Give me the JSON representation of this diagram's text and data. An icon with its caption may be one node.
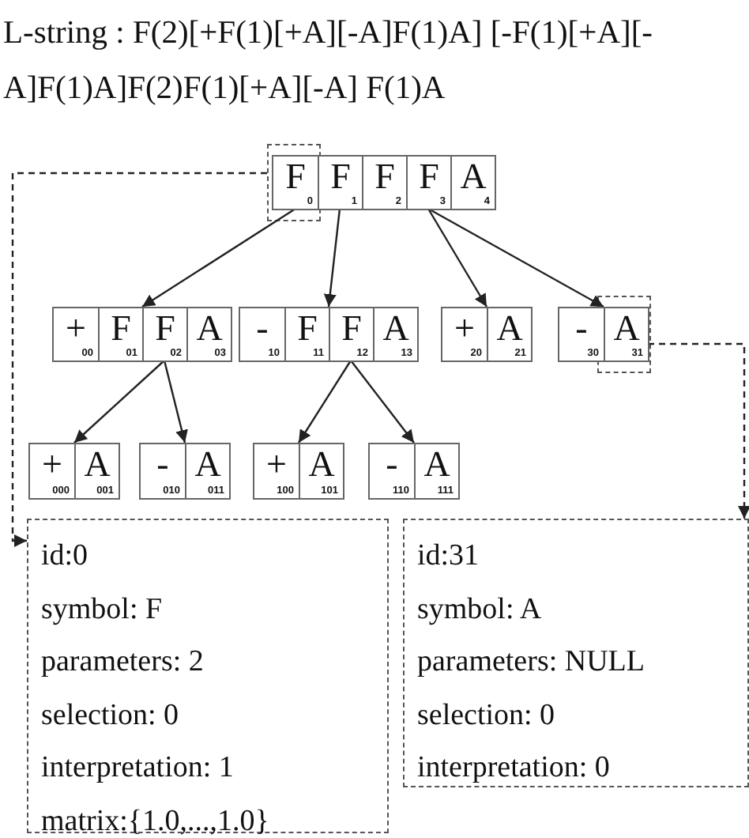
{
  "diagram": {
    "title": "L-string : F(2)[+F(1)[+A][-A]F(1)A] [-F(1)[+A][-A]F(1)A]F(2)F(1)[+A][-A] F(1)A",
    "nodes": [
      {
        "text": [],
        "shape": "box"
      },
      {
        "text": [
          "F",
          "0"
        ],
        "in": 0
      },
      {
        "text": [
          "F",
          "1"
        ],
        "in": 0
      },
      {
        "text": [
          "F",
          "2"
        ],
        "in": 0
      },
      {
        "text": [
          "F",
          "3"
        ],
        "in": 0
      },
      {
        "text": [
          "A",
          "4"
        ],
        "in": 0
      },
      {
        "text": [],
        "shape": "box"
      },
      {
        "text": [
          "+",
          "00"
        ],
        "in": 6
      },
      {
        "text": [
          "F",
          "01"
        ],
        "in": 6
      },
      {
        "text": [
          "F",
          "02"
        ],
        "in": 6
      },
      {
        "text": [
          "A",
          "03"
        ],
        "in": 6
      },
      {
        "text": [],
        "shape": "box"
      },
      {
        "text": [
          "-",
          "10"
        ],
        "in": 11
      },
      {
        "text": [
          "F",
          "11"
        ],
        "in": 11
      },
      {
        "text": [
          "F",
          "12"
        ],
        "in": 11
      },
      {
        "text": [
          "A",
          "13"
        ],
        "in": 11
      },
      {
        "text": [],
        "shape": "box"
      },
      {
        "text": [
          "+",
          "20"
        ],
        "in": 16
      },
      {
        "text": [
          "A",
          "21"
        ],
        "in": 16
      },
      {
        "text": [],
        "shape": "box"
      },
      {
        "text": [
          "-",
          "30"
        ],
        "in": 19
      },
      {
        "text": [
          "A",
          "31"
        ],
        "in": 19
      },
      {
        "text": [],
        "shape": "box"
      },
      {
        "text": [
          "+",
          "000"
        ],
        "in": 22
      },
      {
        "text": [
          "A",
          "001"
        ],
        "in": 22
      },
      {
        "text": [],
        "shape": "box"
      },
      {
        "text": [
          "-",
          "010"
        ],
        "in": 25
      },
      {
        "text": [
          "A",
          "011"
        ],
        "in": 25
      },
      {
        "text": [],
        "shape": "box"
      },
      {
        "text": [
          "+",
          "100"
        ],
        "in": 28
      },
      {
        "text": [
          "A",
          "101"
        ],
        "in": 28
      },
      {
        "text": [],
        "shape": "box"
      },
      {
        "text": [
          "-",
          "110"
        ],
        "in": 31
      },
      {
        "text": [
          "A",
          "111"
        ],
        "in": 31
      },
      {
        "text": [
          "id:0",
          "symbol: F",
          "parameters: 2",
          "selection: 0",
          "interpretation: 1",
          "matrix:{1.0,...,1.0}"
        ]
      },
      {
        "text": [
          "id:31",
          "symbol: A",
          "parameters: NULL",
          "selection: 0",
          "interpretation: 0"
        ]
      }
    ],
    "edges": [
      {
        "from": 1,
        "to": 6,
        "arrow": "to"
      },
      {
        "from": 2,
        "to": 11,
        "arrow": "to"
      },
      {
        "from": 4,
        "to": 16,
        "arrow": "to"
      },
      {
        "from": 4,
        "to": 19,
        "arrow": "to"
      },
      {
        "from": 9,
        "to": 22,
        "arrow": "to"
      },
      {
        "from": 9,
        "to": 25,
        "arrow": "to"
      },
      {
        "from": 14,
        "to": 28,
        "arrow": "to"
      },
      {
        "from": 14,
        "to": 31,
        "arrow": "to"
      },
      {
        "from": 1,
        "to": 34,
        "arrow": "to",
        "style": "dashed"
      },
      {
        "from": 21,
        "to": 35,
        "arrow": "to",
        "style": "dashed"
      }
    ]
  }
}
